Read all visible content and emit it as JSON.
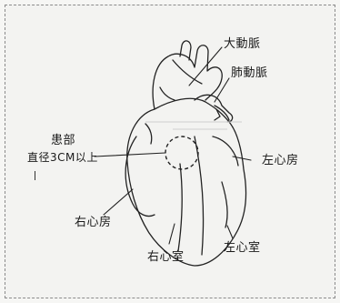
{
  "labels": {
    "aorta": "大動脈",
    "pulmonary_artery": "肺動脈",
    "lesion_title": "患部",
    "lesion_size": "直径3CM以上",
    "left_atrium": "左心房",
    "right_atrium": "右心房",
    "left_ventricle": "左心室",
    "right_ventricle": "右心室"
  }
}
